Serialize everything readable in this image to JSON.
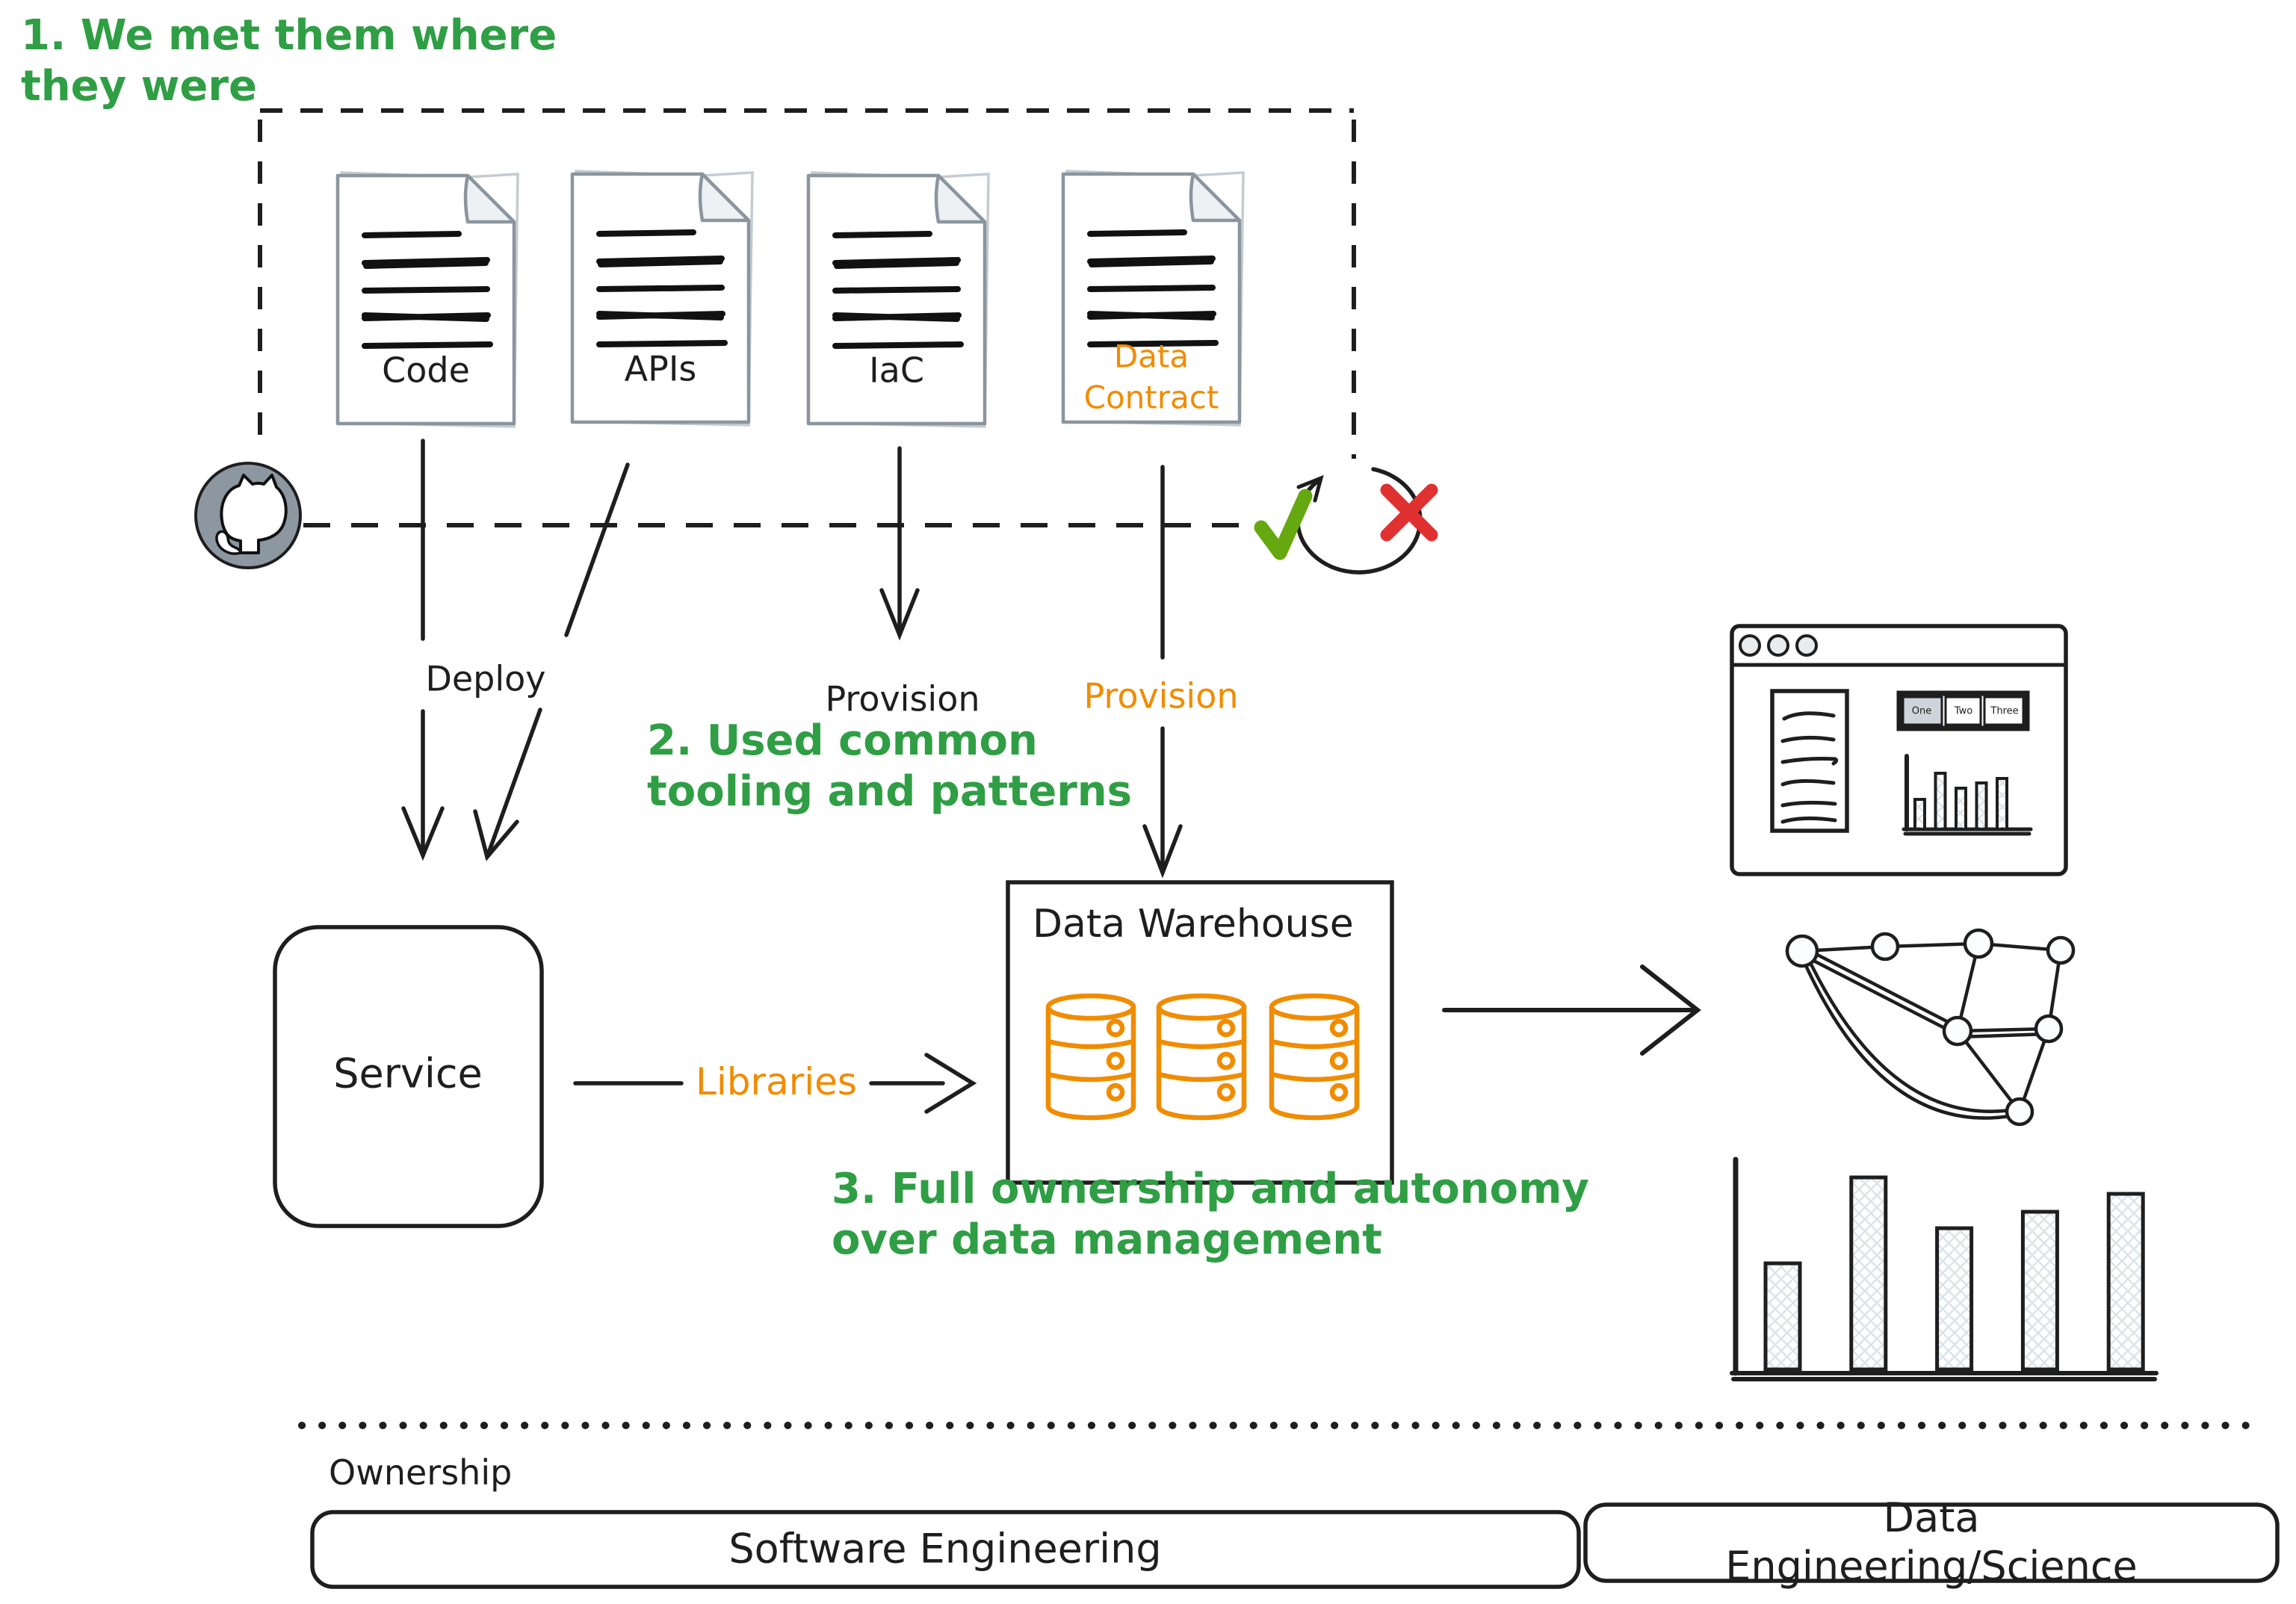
{
  "colors": {
    "green": "#2f9e44",
    "orange": "#f08c00",
    "red": "#e03131",
    "check_green": "#66a80f",
    "ink": "#1e1e1e",
    "doc_gray": "#8b959e",
    "github_gray": "#8d97a1"
  },
  "annotations": {
    "step1": "1. We met them where\nthey were",
    "step2": "2. Used common\ntooling and patterns",
    "step3": "3. Full ownership and autonomy\nover data management"
  },
  "documents": [
    {
      "label": "Code"
    },
    {
      "label": "APIs"
    },
    {
      "label": "IaC"
    },
    {
      "label": "Data\nContract",
      "highlight": true
    }
  ],
  "arrows": {
    "deploy": "Deploy",
    "provision_iac": "Provision",
    "provision_contract": "Provision",
    "libraries": "Libraries"
  },
  "nodes": {
    "service": "Service",
    "warehouse": "Data Warehouse"
  },
  "icons": {
    "github": "github-octocat-icon",
    "approve": "check-icon",
    "reject": "x-icon",
    "databases": "database-cylinder-icon"
  },
  "browser": {
    "tabs": [
      "One",
      "Two",
      "Three"
    ]
  },
  "sketches": {
    "browser_bars": [
      40,
      75,
      55,
      62,
      68
    ],
    "result_bars": [
      142,
      257,
      189,
      211,
      235
    ]
  },
  "footer": {
    "ownership": "Ownership",
    "lanes": [
      "Software Engineering",
      "Data Engineering/Science"
    ]
  }
}
